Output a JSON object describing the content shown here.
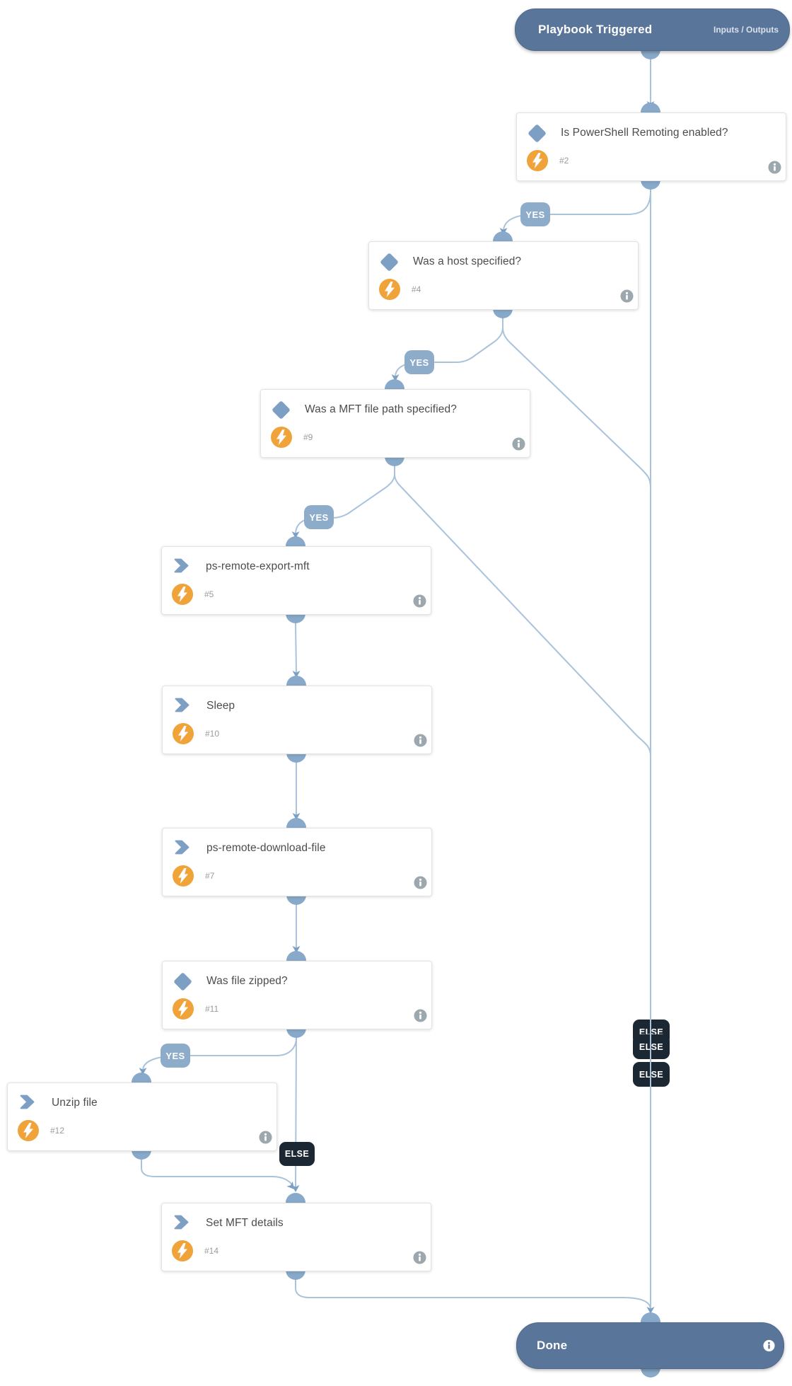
{
  "start": {
    "title": "Playbook Triggered",
    "io_label": "Inputs / Outputs"
  },
  "end": {
    "title": "Done"
  },
  "labels": {
    "yes": "YES",
    "else": "ELSE"
  },
  "nodes": [
    {
      "id": "2",
      "type": "decision",
      "title": "Is PowerShell Remoting enabled?",
      "number": "#2"
    },
    {
      "id": "4",
      "type": "decision",
      "title": "Was a host specified?",
      "number": "#4"
    },
    {
      "id": "9",
      "type": "decision",
      "title": "Was a MFT file path specified?",
      "number": "#9"
    },
    {
      "id": "5",
      "type": "action",
      "title": "ps-remote-export-mft",
      "number": "#5"
    },
    {
      "id": "10",
      "type": "action",
      "title": "Sleep",
      "number": "#10"
    },
    {
      "id": "7",
      "type": "action",
      "title": "ps-remote-download-file",
      "number": "#7"
    },
    {
      "id": "11",
      "type": "decision",
      "title": "Was file zipped?",
      "number": "#11"
    },
    {
      "id": "12",
      "type": "action",
      "title": "Unzip file",
      "number": "#12"
    },
    {
      "id": "14",
      "type": "action",
      "title": "Set MFT details",
      "number": "#14"
    }
  ],
  "icons": {
    "decision": "diamond-icon",
    "action": "chevron-right-icon",
    "code": "lightning-bolt-icon",
    "details": "info-icon"
  },
  "colors": {
    "pill_bg": "#5a759a",
    "card_bg": "#ffffff",
    "card_border": "#e3e3e3",
    "accent_blue": "#7e9fc4",
    "port_blue": "#88a9c9",
    "edge_blue": "#a9c3dc",
    "arrow_blue": "#7ba0c4",
    "yes_badge_bg": "#8cacca",
    "else_badge_bg": "#1c2734",
    "bolt_badge_bg": "#f0a339",
    "info_gray": "#9da8ae",
    "title_text": "#4c4c4c",
    "number_text": "#9b9b9b"
  }
}
